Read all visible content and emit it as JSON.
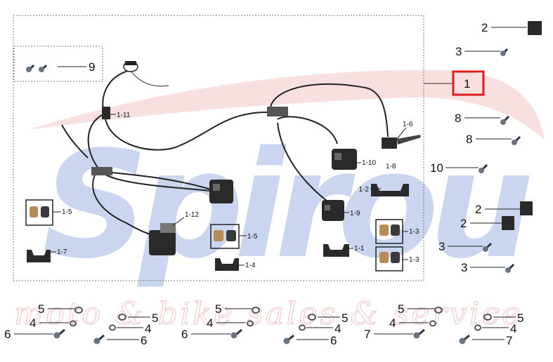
{
  "watermark": {
    "brand": "Spirou",
    "tagline": "moto & bike sales & service"
  },
  "callouts": {
    "c_2a": "2",
    "c_3a": "3",
    "c_1": "1",
    "c_8a": "8",
    "c_8b": "8",
    "c_10": "10",
    "c_2b": "2",
    "c_2c": "2",
    "c_3b": "3",
    "c_3c": "3",
    "c_9": "9",
    "c_1_11": "1-11",
    "c_1_6": "1-6",
    "c_1_10": "1-10",
    "c_1_8": "1-8",
    "c_1_2": "1-2",
    "c_1_9": "1-9",
    "c_1_1": "1-1",
    "c_1_3a": "1-3",
    "c_1_3b": "1-3",
    "c_1_5a": "1-5",
    "c_1_5b": "1-5",
    "c_1_7": "1-7",
    "c_1_12": "1-12",
    "c_1_4": "1-4"
  },
  "hardware_groups": [
    {
      "top": "5",
      "mid": "4",
      "bottom": "6"
    },
    {
      "top": "5",
      "mid": "4",
      "bottom": "6"
    },
    {
      "top": "5",
      "mid": "4",
      "bottom": "6"
    },
    {
      "top": "5",
      "mid": "4",
      "bottom": "6"
    },
    {
      "top": "5",
      "mid": "4",
      "bottom": "7"
    },
    {
      "top": "5",
      "mid": "4",
      "bottom": "7"
    }
  ],
  "colors": {
    "highlight_box": "#e11b1b",
    "watermark_blue": "#9fb6e3",
    "watermark_red": "#f3c9c9"
  }
}
